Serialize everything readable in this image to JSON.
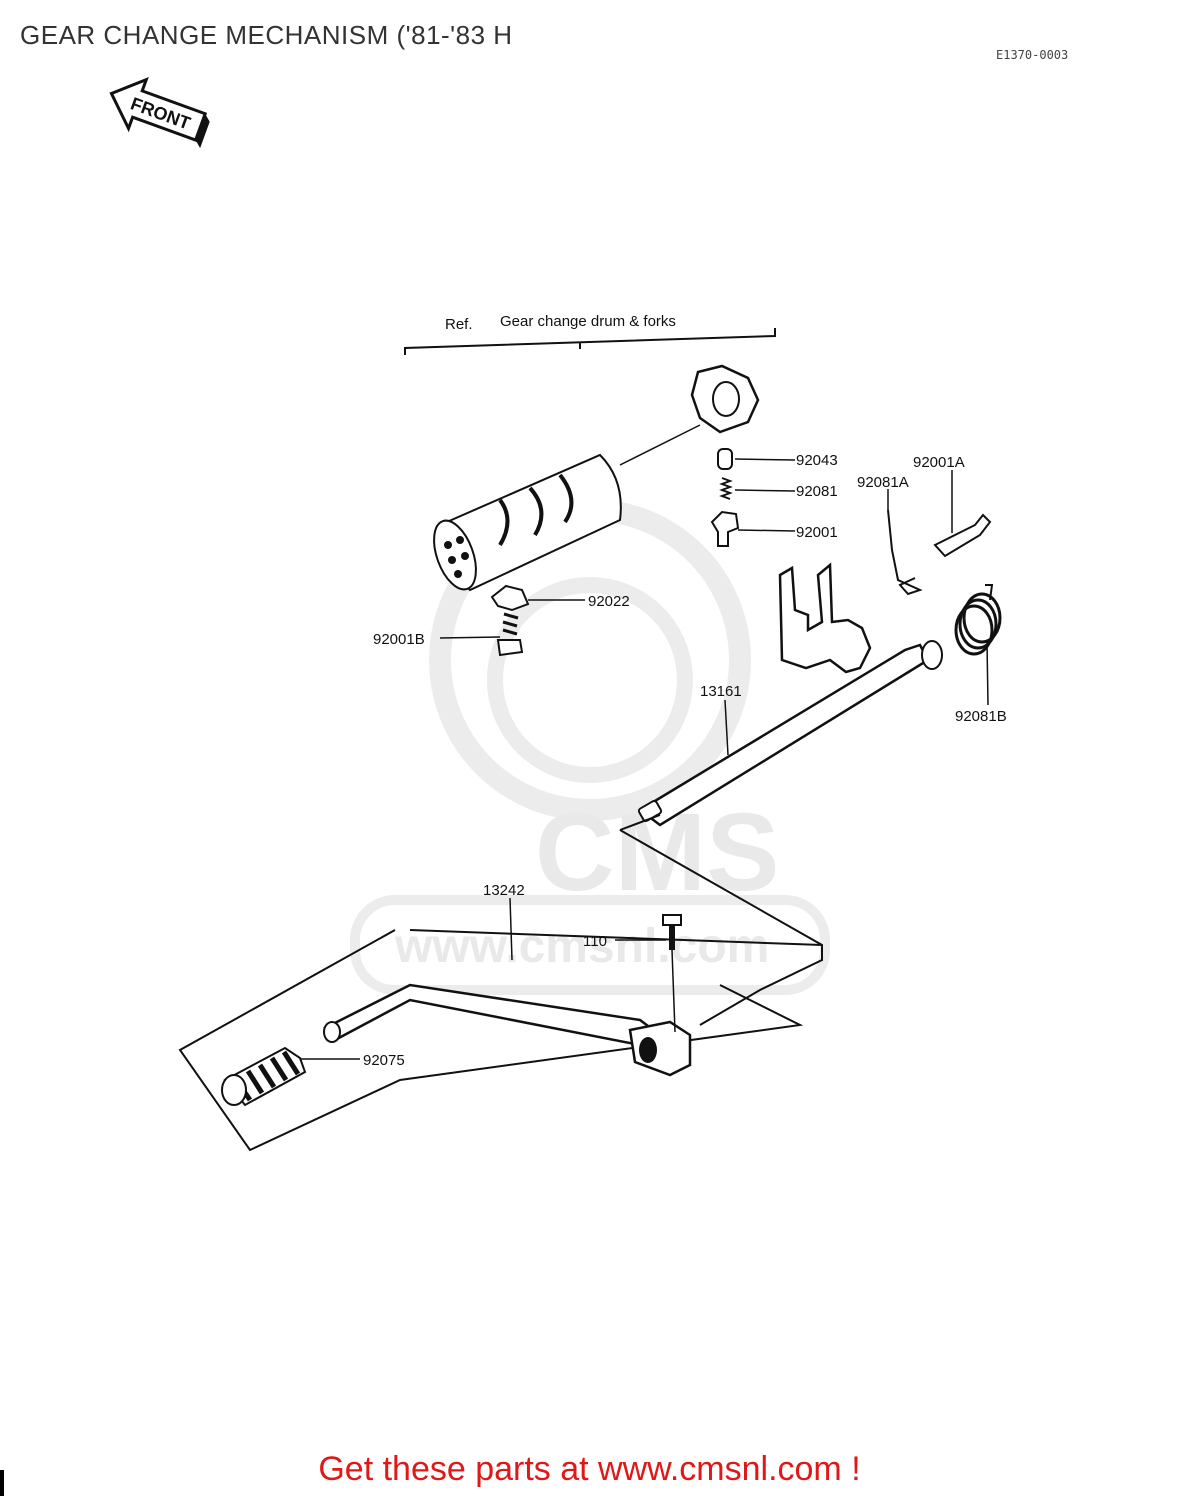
{
  "header": {
    "title": "GEAR CHANGE MECHANISM ('81-'83 H",
    "code": "E1370-0003"
  },
  "diagram": {
    "front_label": "FRONT",
    "ref_prefix": "Ref.",
    "ref_text": "Gear change drum & forks",
    "parts": [
      {
        "id": "92043",
        "label": "92043"
      },
      {
        "id": "92081",
        "label": "92081"
      },
      {
        "id": "92081A",
        "label": "92081A"
      },
      {
        "id": "92001A",
        "label": "92001A"
      },
      {
        "id": "92001",
        "label": "92001"
      },
      {
        "id": "92022",
        "label": "92022"
      },
      {
        "id": "92001B",
        "label": "92001B"
      },
      {
        "id": "13161",
        "label": "13161"
      },
      {
        "id": "92081B",
        "label": "92081B"
      },
      {
        "id": "13242",
        "label": "13242"
      },
      {
        "id": "110",
        "label": "110"
      },
      {
        "id": "92075",
        "label": "92075"
      }
    ]
  },
  "watermark": {
    "brand": "CMS",
    "url": "www.cmsnl.com"
  },
  "footer": {
    "cta": "Get these parts at www.cmsnl.com !"
  },
  "colors": {
    "cta": "#e01818",
    "line": "#111111",
    "watermark": "#e9e9e9"
  }
}
